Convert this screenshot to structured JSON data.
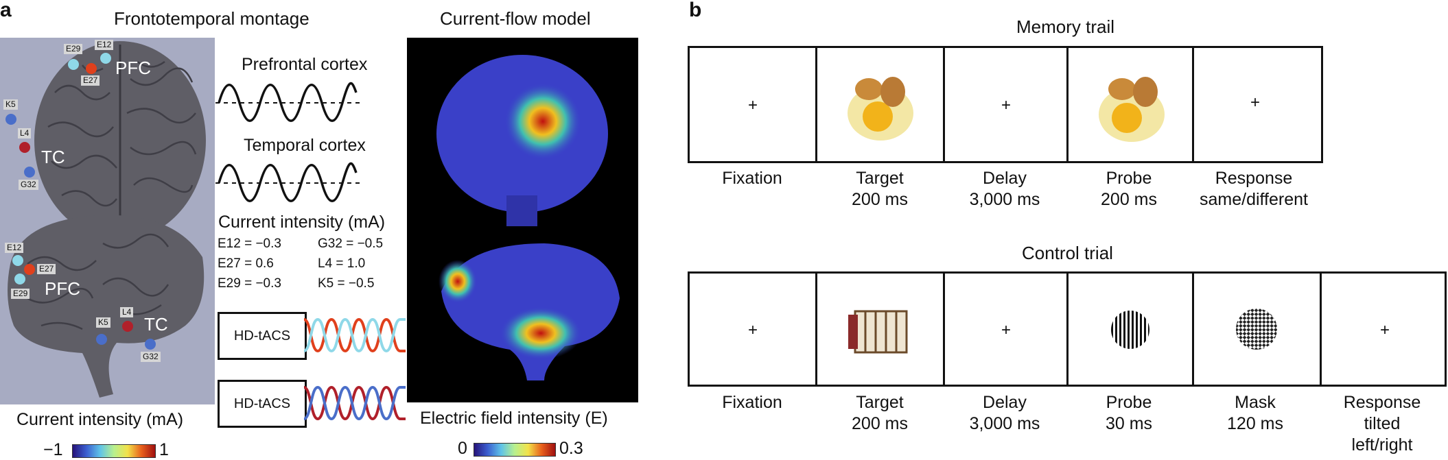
{
  "panel_a": {
    "letter": "a",
    "montage_title": "Frontotemporal montage",
    "model_title": "Current-flow model",
    "prefrontal_label": "Prefrontal cortex",
    "temporal_label": "Temporal cortex",
    "intensity_heading": "Current intensity (mA)",
    "intensities": [
      "E12 = −0.3",
      "G32 = −0.5",
      "E27 = 0.6",
      "L4 = 1.0",
      "E29 = −0.3",
      "K5 = −0.5"
    ],
    "device_label": "HD-tACS",
    "top_brain": {
      "pfc": "PFC",
      "tc": "TC",
      "electrodes": [
        "E29",
        "E12",
        "E27",
        "K5",
        "L4",
        "G32"
      ]
    },
    "side_brain": {
      "pfc": "PFC",
      "tc": "TC",
      "electrodes": [
        "E12",
        "E27",
        "E29",
        "K5",
        "L4",
        "G32"
      ]
    },
    "colorbar_left": {
      "label": "Current intensity (mA)",
      "min": "−1",
      "max": "1"
    },
    "colorbar_right": {
      "label": "Electric field intensity (E)",
      "min": "0",
      "max": "0.3"
    },
    "colors": {
      "anode": "#e0401c",
      "cathode_light": "#8fd8e8",
      "cathode_blue": "#4a6ec9",
      "strong_anode": "#b0202a",
      "background_blue": "#a7abc2"
    }
  },
  "panel_b": {
    "letter": "b",
    "memory": {
      "title": "Memory trail",
      "frames": [
        "+",
        "egg-image",
        "+",
        "egg-image",
        "+"
      ],
      "captions": [
        {
          "line1": "Fixation",
          "line2": ""
        },
        {
          "line1": "Target",
          "line2": "200 ms"
        },
        {
          "line1": "Delay",
          "line2": "3,000 ms"
        },
        {
          "line1": "Probe",
          "line2": "200 ms"
        },
        {
          "line1": "Response",
          "line2": "same/different"
        }
      ]
    },
    "control": {
      "title": "Control trial",
      "frames": [
        "+",
        "accordion-image",
        "+",
        "grating-image",
        "checkerboard-image",
        "+"
      ],
      "captions": [
        {
          "line1": "Fixation",
          "line2": ""
        },
        {
          "line1": "Target",
          "line2": "200 ms"
        },
        {
          "line1": "Delay",
          "line2": "3,000 ms"
        },
        {
          "line1": "Probe",
          "line2": "30 ms"
        },
        {
          "line1": "Mask",
          "line2": "120 ms"
        },
        {
          "line1": "Response",
          "line2": "tilted left/right"
        }
      ]
    }
  }
}
